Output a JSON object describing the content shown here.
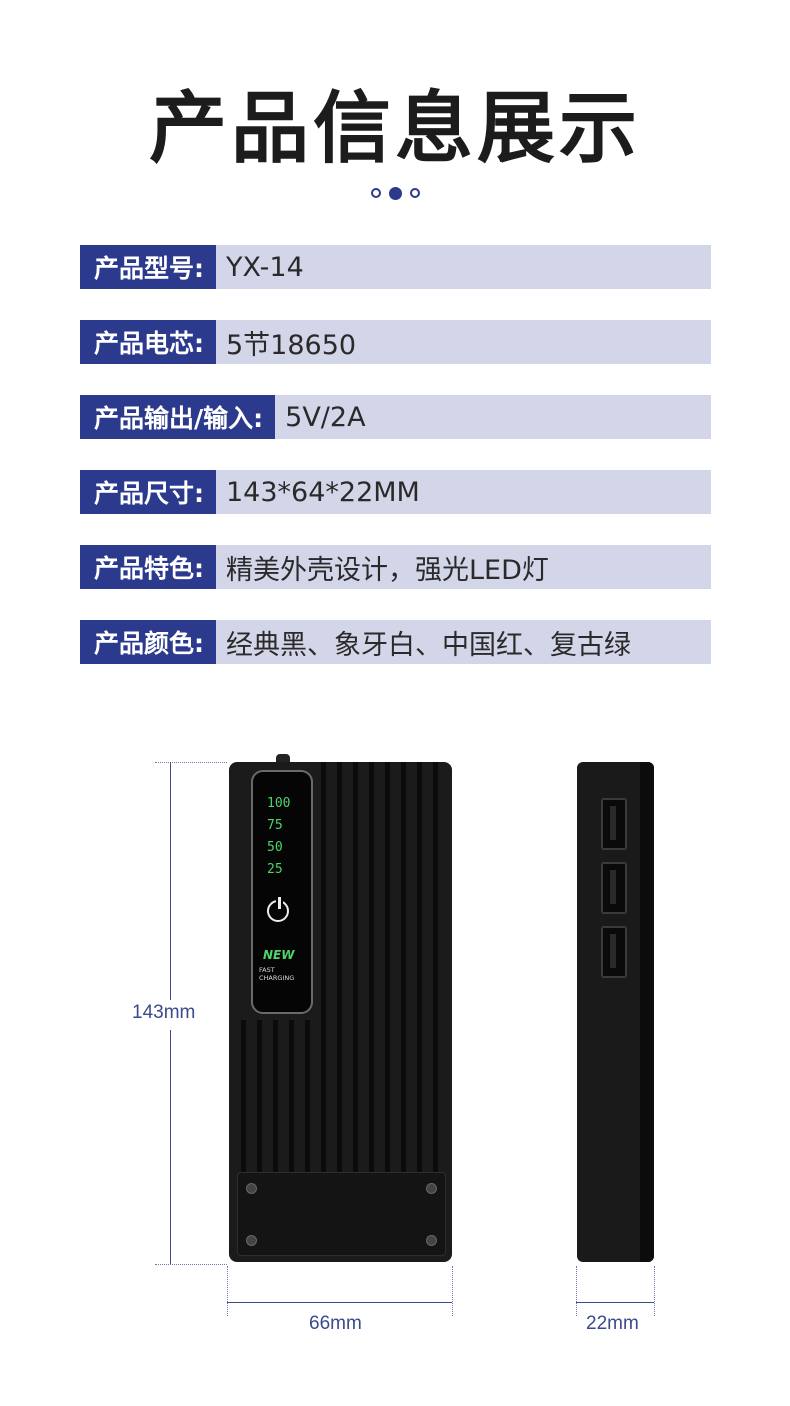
{
  "title": "产品信息展示",
  "specs": [
    {
      "label": "产品型号:",
      "value": "YX-14"
    },
    {
      "label": "产品电芯:",
      "value": "5节18650"
    },
    {
      "label": "产品输出/输入:",
      "value": "5V/2A"
    },
    {
      "label": "产品尺寸:",
      "value": "143*64*22MM"
    },
    {
      "label": "产品特色:",
      "value": "精美外壳设计，强光LED灯"
    },
    {
      "label": "产品颜色:",
      "value": "经典黑、象牙白、中国红、复古绿"
    }
  ],
  "dimensions": {
    "height": "143mm",
    "width": "66mm",
    "depth": "22mm"
  },
  "display": {
    "levels": [
      "100",
      "75",
      "50",
      "25"
    ],
    "badge": "NEW",
    "caption": "FAST CHARGING"
  },
  "colors": {
    "accent": "#2b3a8c",
    "row_bg": "#d3d6e8",
    "led": "#4fd36b"
  }
}
